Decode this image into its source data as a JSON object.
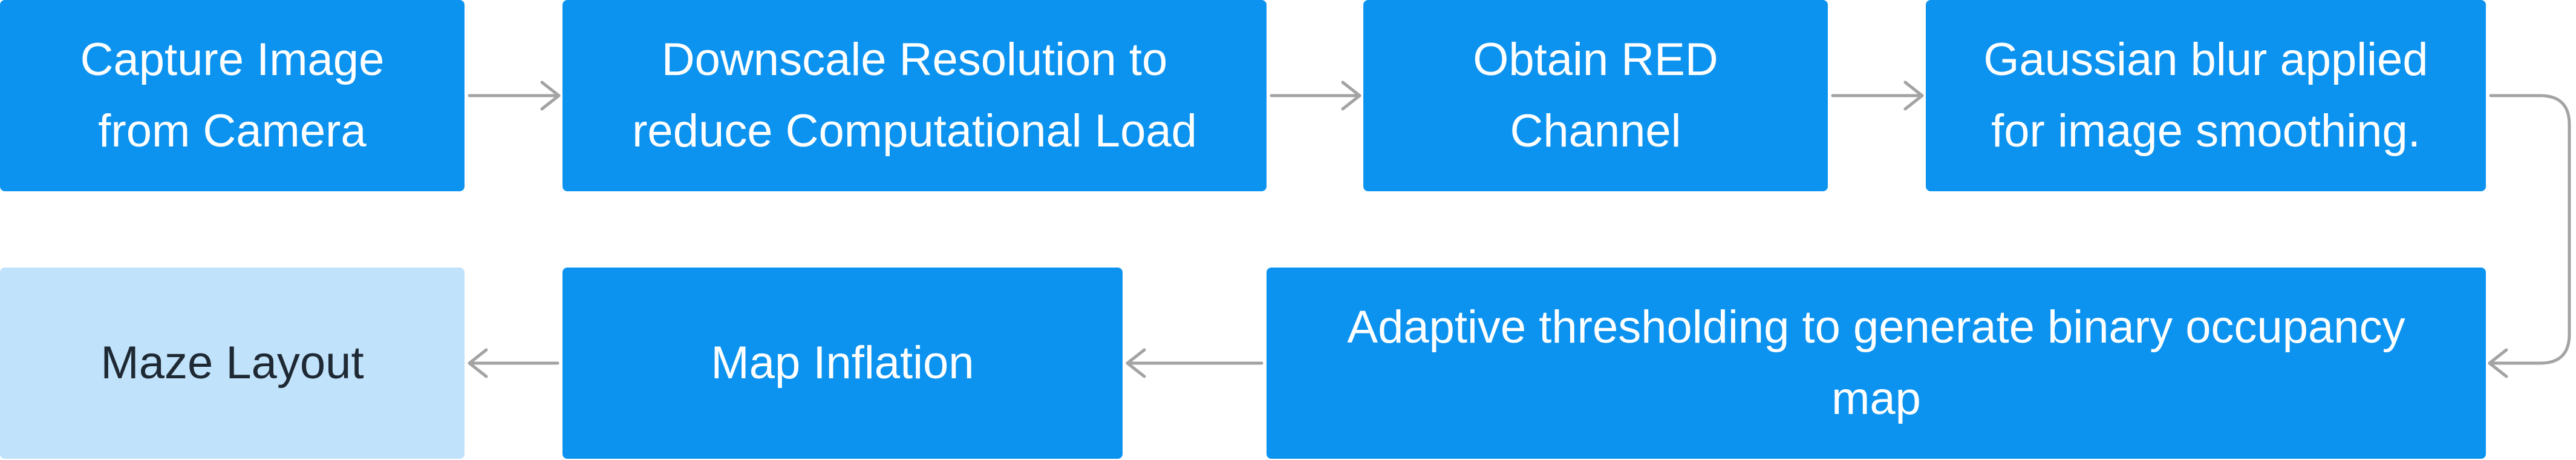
{
  "colors": {
    "node_fill": "#0c93f0",
    "terminal_fill": "#c0e2fb",
    "node_text": "#ffffff",
    "terminal_text": "#1f2933",
    "edge": "#a3a3a3"
  },
  "nodes": [
    {
      "id": "capture",
      "label_lines": [
        "Capture Image",
        "from Camera"
      ]
    },
    {
      "id": "downscale",
      "label_lines": [
        "Downscale Resolution to",
        "reduce Computational Load"
      ]
    },
    {
      "id": "red",
      "label_lines": [
        "Obtain RED",
        "Channel"
      ]
    },
    {
      "id": "blur",
      "label_lines": [
        "Gaussian blur applied",
        "for image smoothing."
      ]
    },
    {
      "id": "threshold",
      "label_lines": [
        "Adaptive thresholding to generate binary occupancy",
        "map"
      ]
    },
    {
      "id": "inflation",
      "label_lines": [
        "Map Inflation"
      ]
    },
    {
      "id": "maze",
      "label_lines": [
        "Maze Layout"
      ]
    }
  ],
  "edges": [
    {
      "from": "capture",
      "to": "downscale"
    },
    {
      "from": "downscale",
      "to": "red"
    },
    {
      "from": "red",
      "to": "blur"
    },
    {
      "from": "blur",
      "to": "threshold"
    },
    {
      "from": "threshold",
      "to": "inflation"
    },
    {
      "from": "inflation",
      "to": "maze"
    }
  ]
}
